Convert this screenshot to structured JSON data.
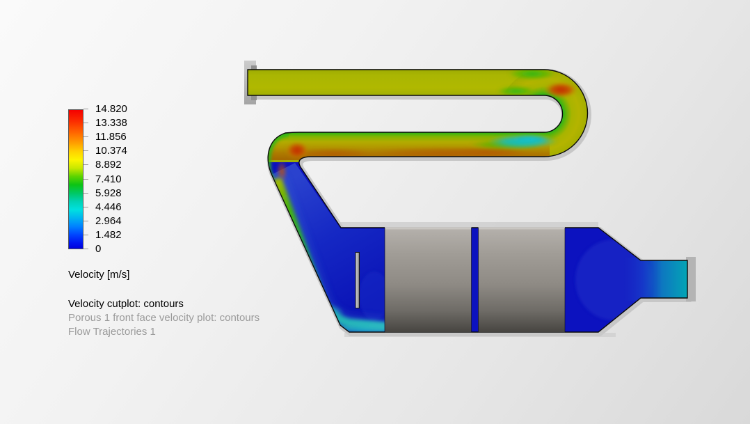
{
  "chart_data": {
    "type": "heatmap",
    "title": "Velocity cutplot: contours",
    "description": "CFD velocity contour cut plot of exhaust muffler with serpentine inlet pipe, expansion chamber, two porous blocks and outlet pipe",
    "colorbar": {
      "label": "Velocity [m/s]",
      "orientation": "vertical",
      "position": "left",
      "min": 0,
      "max": 14.82,
      "tick_labels": [
        "14.820",
        "13.338",
        "11.856",
        "10.374",
        "8.892",
        "7.410",
        "5.928",
        "4.446",
        "2.964",
        "1.482",
        "0"
      ],
      "tick_values": [
        14.82,
        13.338,
        11.856,
        10.374,
        8.892,
        7.41,
        5.928,
        4.446,
        2.964,
        1.482,
        0
      ],
      "colors_top_to_bottom": [
        "#f40000",
        "#ff6400",
        "#ffd200",
        "#fcf400",
        "#5cd400",
        "#0cc414",
        "#00d2b4",
        "#00e0e0",
        "#0082ff",
        "#0046ff",
        "#0000dc"
      ]
    },
    "regions": [
      {
        "name": "inlet-pipe-upper",
        "approx_velocity_ms": 10.4,
        "color": "#aab600"
      },
      {
        "name": "right-u-bend-hotspot",
        "approx_velocity_ms": 13.5,
        "color": "#c42a04"
      },
      {
        "name": "return-pipe-top-band",
        "approx_velocity_ms": 4.5,
        "color": "#14b8c6"
      },
      {
        "name": "return-pipe-core",
        "approx_velocity_ms": 10.0,
        "color": "#b2ac00"
      },
      {
        "name": "return-pipe-bottom-band",
        "approx_velocity_ms": 12.5,
        "color": "#b06200"
      },
      {
        "name": "left-bend-hotspot",
        "approx_velocity_ms": 14.0,
        "color": "#c22a04"
      },
      {
        "name": "diffuser-jet",
        "approx_velocity_ms": 6.0,
        "color": "#1eb13c"
      },
      {
        "name": "expansion-chamber",
        "approx_velocity_ms": 0.8,
        "color": "#0c12bf"
      },
      {
        "name": "porous-blocks",
        "material": "porous-medium",
        "color": "#8e8a84"
      },
      {
        "name": "outlet-pipe",
        "approx_velocity_ms": 4.5,
        "color": "#02a8b4"
      }
    ]
  },
  "results": {
    "items": [
      {
        "label": "Velocity cutplot: contours",
        "active": true
      },
      {
        "label": "Porous 1 front face velocity plot: contours",
        "active": false
      },
      {
        "label": "Flow Trajectories 1",
        "active": false
      }
    ]
  }
}
